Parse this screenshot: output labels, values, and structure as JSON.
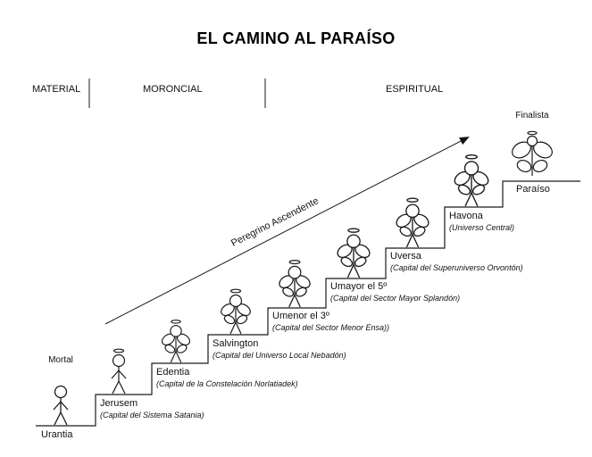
{
  "title": "EL CAMINO AL PARAÍSO",
  "columns": {
    "material": "MATERIAL",
    "moroncial": "MORONCIAL",
    "espiritual": "ESPIRITUAL"
  },
  "arrow_label": "Peregrino Ascendente",
  "mortal_label": "Mortal",
  "finalista_label": "Finalista",
  "steps": [
    {
      "name": "Urantia",
      "subtitle": ""
    },
    {
      "name": "Jerusem",
      "subtitle": "(Capital del Sistema Satania)"
    },
    {
      "name": "Edentia",
      "subtitle": "(Capital de la Constelación Norlatiadek)"
    },
    {
      "name": "Salvington",
      "subtitle": "(Capital del Universo Local Nebadón)"
    },
    {
      "name": "Umenor el 3º",
      "subtitle": "(Capital del Sector Menor Ensa))"
    },
    {
      "name": "Umayor el 5º",
      "subtitle": "(Capital del Sector Mayor Splandón)"
    },
    {
      "name": "Uversa",
      "subtitle": "(Capital del Superuniverso Orvontón)"
    },
    {
      "name": "Havona",
      "subtitle": "(Universo Central)"
    },
    {
      "name": "Paraíso",
      "subtitle": ""
    }
  ]
}
